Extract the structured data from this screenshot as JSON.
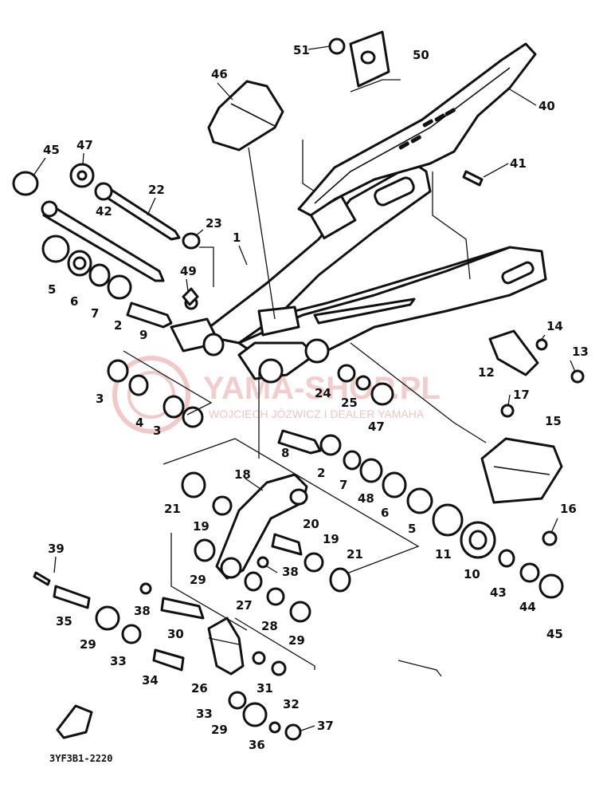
{
  "diagram_code": "3YF3B1-2220",
  "watermark": {
    "main": "YAMA-SHOP.PL",
    "sub": "WOJCIECH JÓZWICZ I DEALER YAMAHA"
  },
  "labels": {
    "p1": "1",
    "p2a": "2",
    "p2b": "2",
    "p3a": "3",
    "p3b": "3",
    "p4": "4",
    "p5a": "5",
    "p5b": "5",
    "p6a": "6",
    "p6b": "6",
    "p7a": "7",
    "p7b": "7",
    "p8": "8",
    "p9": "9",
    "p10": "10",
    "p11": "11",
    "p12": "12",
    "p13": "13",
    "p14": "14",
    "p15": "15",
    "p16": "16",
    "p17": "17",
    "p18": "18",
    "p19a": "19",
    "p19b": "19",
    "p20": "20",
    "p21a": "21",
    "p21b": "21",
    "p22": "22",
    "p23": "23",
    "p24": "24",
    "p25": "25",
    "p26": "26",
    "p27": "27",
    "p28": "28",
    "p29a": "29",
    "p29b": "29",
    "p29c": "29",
    "p29d": "29",
    "p30": "30",
    "p31": "31",
    "p32": "32",
    "p33a": "33",
    "p33b": "33",
    "p34": "34",
    "p35": "35",
    "p36": "36",
    "p37": "37",
    "p38a": "38",
    "p38b": "38",
    "p39": "39",
    "p40": "40",
    "p41": "41",
    "p42": "42",
    "p43": "43",
    "p44": "44",
    "p45a": "45",
    "p45b": "45",
    "p46": "46",
    "p47a": "47",
    "p47b": "47",
    "p48": "48",
    "p49": "49",
    "p50": "50",
    "p51": "51"
  }
}
